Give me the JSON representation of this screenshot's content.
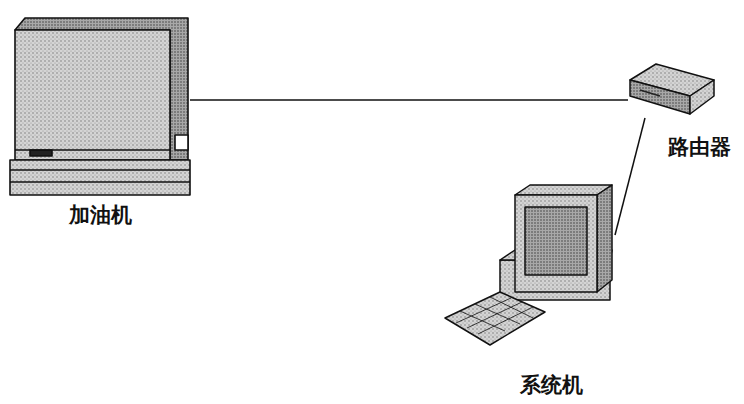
{
  "diagram": {
    "nodes": [
      {
        "text": [
          "加油机"
        ]
      },
      {
        "text": [
          "路由器"
        ]
      },
      {
        "text": [
          "系统机"
        ]
      }
    ],
    "edges": [
      {
        "from": 0,
        "to": 1,
        "arrow": "none"
      },
      {
        "from": 1,
        "to": 2,
        "arrow": "none"
      }
    ]
  }
}
